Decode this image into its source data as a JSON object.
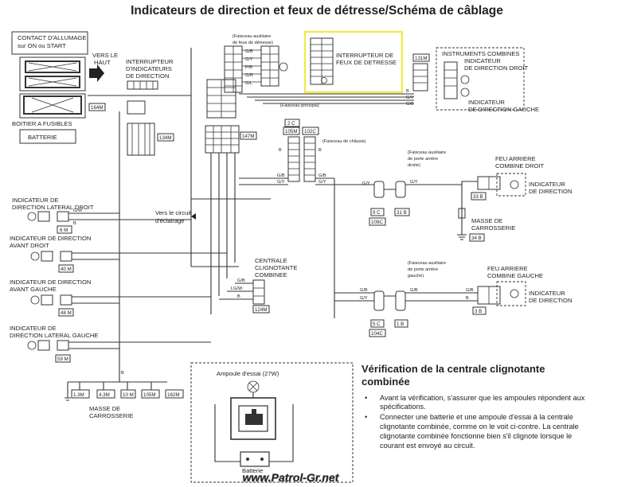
{
  "title": "Indicateurs de direction et feux de  détresse/Schéma de câblage",
  "labels": {
    "contact_line1": "CONTACT D'ALLUMAGE",
    "contact_line2": "sur ON ou START",
    "vers_le": "VERS LE",
    "haut": "HAUT",
    "boitier": "BOITIER A FUSIBLES",
    "batterie": "BATTERIE",
    "inter_dir_1": "INTERRUPTEUR",
    "inter_dir_2": "D'INDICATEURS",
    "inter_dir_3": "DE DIRECTION",
    "faisceau_aux_1": "(Faisceau auxiliaire",
    "faisceau_aux_2": "de feux de détresse)",
    "inter_det_1": "INTERRUPTEUR DE",
    "inter_det_2": "FEUX DE DETRESSE",
    "instruments": "INSTRUMENTS COMBINES",
    "ind_droit_1": "INDICATEUR",
    "ind_droit_2": "DE DIRECTION DROIT",
    "ind_gauche_1": "INDICATEUR",
    "ind_gauche_2": "DE DIRECTION GAUCHE",
    "faisceau_principal": "(Faisceau principal)",
    "faisceau_chassis": "(Faisceau de châssis)",
    "faisceau_porte_droite_1": "(Faisceau auxiliaire",
    "faisceau_porte_droite_2": "de porte arrière",
    "faisceau_porte_droite_3": "droite)",
    "feu_ar_droit_1": "FEU ARRIERE",
    "feu_ar_droit_2": "COMBINE DROIT",
    "ind_dir_droit_1": "INDICATEUR",
    "ind_dir_droit_2": "DE DIRECTION",
    "masse_carrosserie_1": "MASSE DE",
    "masse_carrosserie_2": "CARROSSERIE",
    "ind_lat_droit_1": "INDICATEUR DE",
    "ind_lat_droit_2": "DIRECTION LATERAL DROIT",
    "vers_circuit_1": "Vers le circuit",
    "vers_circuit_2": "d'éclairage",
    "ind_av_droit_1": "INDICATEUR DE DIRECTION",
    "ind_av_droit_2": "AVANT DROIT",
    "centrale_1": "CENTRALE",
    "centrale_2": "CLIGNOTANTE",
    "centrale_3": "COMBINEE",
    "faisceau_porte_gauche_1": "(Faisceau auxiliaire",
    "faisceau_porte_gauche_2": "de porte arrière",
    "faisceau_porte_gauche_3": "gauche)",
    "feu_ar_gauche_1": "FEU ARRIERE",
    "feu_ar_gauche_2": "COMBINE GAUCHE",
    "ind_dir_gauche_ar_1": "INDICATEUR",
    "ind_dir_gauche_ar_2": "DE DIRECTION",
    "ind_av_gauche_1": "INDICATEUR DE DIRECTION",
    "ind_av_gauche_2": "AVANT GAUCHE",
    "ind_lat_gauche_1": "INDICATEUR DE",
    "ind_lat_gauche_2": "DIRECTION LATERAL GAUCHE",
    "masse_bas_1": "MASSE DE",
    "masse_bas_2": "CARROSSERIE",
    "ampoule": "Ampoule d'essai (27W)",
    "batterie_small": "Batterie",
    "watermark": "www.Patrol-Gr.net"
  },
  "codes": {
    "c164m": "164M",
    "c134m": "134M",
    "c147m": "147M",
    "c131m": "131M",
    "c2c": "2 C",
    "c105m": "105M",
    "c102c": "102C",
    "c6m": "6 M",
    "c40m": "40 M",
    "c48m": "48 M",
    "c59m": "59 M",
    "c124m": "124M",
    "c9c": "9 C",
    "c31b": "31 B",
    "c109c": "109C",
    "c33b": "33 B",
    "c34b": "34 B",
    "c5c": "5 C",
    "c1b": "1 B",
    "c104c": "104C",
    "c3b": "3 B",
    "c13m": "1.3M",
    "c43m": "4.3M",
    "c10m": "10 M",
    "c105m2": "105M",
    "c162m": "162M"
  },
  "wires": {
    "gb": "G/B",
    "gy": "G/Y",
    "gw": "G/W",
    "lgw": "LG/W",
    "b": "B",
    "w": "W",
    "pb": "P/B",
    "gl": "G/L",
    "gr": "G/R"
  },
  "verification": {
    "heading_1": "Vérification de la centrale clignotante",
    "heading_2": "combinée",
    "b1_1": "Avant la vérification, s'assurer que les ampoules répondent aux",
    "b1_2": "spécifications.",
    "b2_1": "Connecter une batterie et une ampoule d'essai à la centrale",
    "b2_2": "clignotante combinée, comme on le voit ci-contre. La centrale",
    "b2_3": "clignotante combinée fonctionne bien s'il clignote lorsque le",
    "b2_4": "courant est envoyé au circuit."
  },
  "colors": {
    "highlight": "#f2ea4d",
    "ink": "#222222"
  }
}
